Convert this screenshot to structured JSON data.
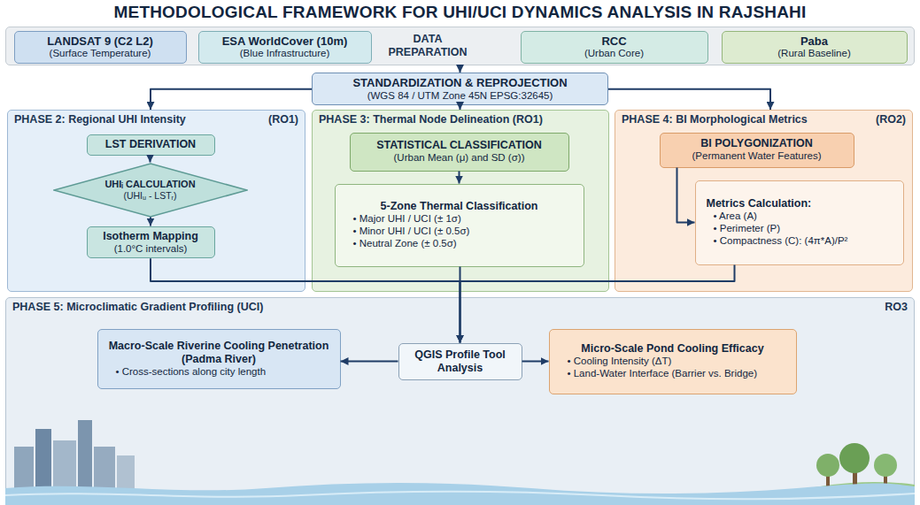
{
  "diagram": {
    "title": "METHODOLOGICAL FRAMEWORK FOR UHI/UCI DYNAMICS ANALYSIS IN RAJSHAHI",
    "nodes": [
      {
        "text": [
          "DATA PREPARATION"
        ]
      },
      {
        "text": [
          "LANDSAT 9 (C2 L2)",
          "(Surface Temperature)"
        ],
        "in": 0
      },
      {
        "text": [
          "ESA WorldCover (10m)",
          "(Blue Infrastructure)"
        ],
        "in": 0
      },
      {
        "text": [
          "RCC",
          "(Urban Core)"
        ],
        "in": 0
      },
      {
        "text": [
          "Paba",
          "(Rural Baseline)"
        ],
        "in": 0
      },
      {
        "text": [
          "STANDARDIZATION & REPROJECTION",
          "(WGS 84 / UTM Zone 45N EPSG:32645)"
        ]
      },
      {
        "text": [
          "PHASE 2: Regional UHI Intensity",
          "(RO1)"
        ]
      },
      {
        "text": [
          "LST DERIVATION"
        ],
        "in": 6
      },
      {
        "text": [
          "UHIᵢ CALCULATION",
          "(UHIᵤ - LSTᵣ)"
        ],
        "in": 6
      },
      {
        "text": [
          "Isotherm Mapping",
          "(1.0°C intervals)"
        ],
        "in": 6
      },
      {
        "text": [
          "PHASE 3: Thermal Node Delineation (RO1)"
        ]
      },
      {
        "text": [
          "STATISTICAL CLASSIFICATION",
          "(Urban Mean (μ) and SD (σ))"
        ],
        "in": 10
      },
      {
        "text": [
          "5-Zone Thermal Classification",
          "• Major UHI / UCI (± 1σ)",
          "• Minor UHI / UCI (± 0.5σ)",
          "• Neutral Zone (± 0.5σ)"
        ],
        "in": 10
      },
      {
        "text": [
          "PHASE 4: BI Morphological Metrics",
          "(RO2)"
        ]
      },
      {
        "text": [
          "BI POLYGONIZATION",
          "(Permanent Water Features)"
        ],
        "in": 13
      },
      {
        "text": [
          "Metrics Calculation:",
          "• Area (A)",
          "• Perimeter (P)",
          "• Compactness (C): (4π*A)/P²"
        ],
        "in": 13
      },
      {
        "text": [
          "PHASE 5: Microclimatic Gradient Profiling (UCI)",
          "RO3"
        ]
      },
      {
        "text": [
          "Macro-Scale Riverine Cooling Penetration (Padma River)",
          "• Cross-sections along city length"
        ],
        "in": 16
      },
      {
        "text": [
          "QGIS Profile Tool Analysis"
        ],
        "in": 16
      },
      {
        "text": [
          "Micro-Scale Pond Cooling Efficacy",
          "• Cooling Intensity (ΔT)",
          "• Land-Water Interface (Barrier vs. Bridge)"
        ],
        "in": 16
      }
    ],
    "edges": [
      {
        "from": 0,
        "to": 5,
        "arrow": "to"
      },
      {
        "from": 5,
        "to": 6,
        "arrow": "to"
      },
      {
        "from": 5,
        "to": 10,
        "arrow": "to"
      },
      {
        "from": 5,
        "to": 13,
        "arrow": "to"
      },
      {
        "from": 7,
        "to": 8,
        "arrow": "to"
      },
      {
        "from": 8,
        "to": 9,
        "arrow": "to"
      },
      {
        "from": 11,
        "to": 12,
        "arrow": "to"
      },
      {
        "from": 14,
        "to": 15,
        "arrow": "to"
      },
      {
        "from": 9,
        "to": 18,
        "arrow": "to"
      },
      {
        "from": 12,
        "to": 18,
        "arrow": "to"
      },
      {
        "from": 15,
        "to": 18,
        "arrow": "to"
      },
      {
        "from": 18,
        "to": 17,
        "arrow": "to"
      },
      {
        "from": 18,
        "to": 19,
        "arrow": "to"
      }
    ]
  }
}
